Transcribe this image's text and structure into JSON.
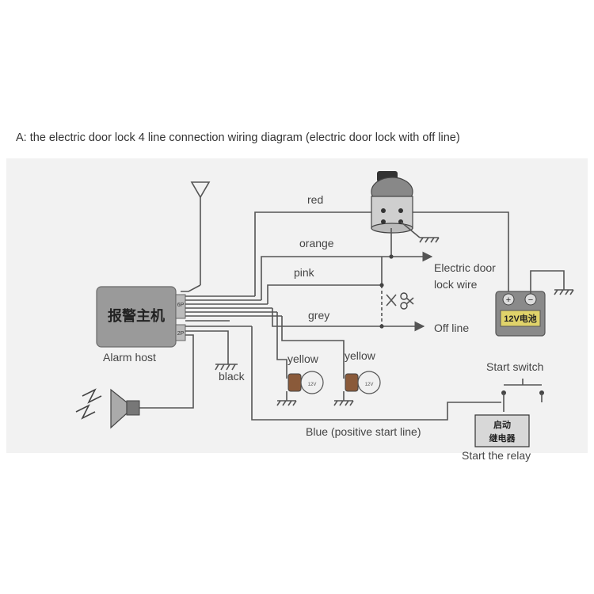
{
  "heading": "A: the electric door lock 4 line connection wiring diagram (electric door lock with off line)",
  "alarm_host": {
    "title": "报警主机",
    "caption": "Alarm host",
    "port_top": "6P",
    "port_bottom": "2P"
  },
  "wires": {
    "red": "red",
    "orange": "orange",
    "pink": "pink",
    "grey": "grey",
    "black": "black",
    "yellow_left": "yellow",
    "yellow_right": "yellow",
    "blue": "Blue (positive start line)"
  },
  "door_lock": {
    "line1": "Electric door",
    "line2": "lock wire",
    "off_line": "Off line"
  },
  "battery": {
    "plus": "+",
    "minus": "−",
    "label": "12V电池"
  },
  "lamp_label": "12V",
  "start_switch": "Start switch",
  "relay": {
    "line1": "启动",
    "line2": "继电器",
    "caption": "Start the relay"
  }
}
